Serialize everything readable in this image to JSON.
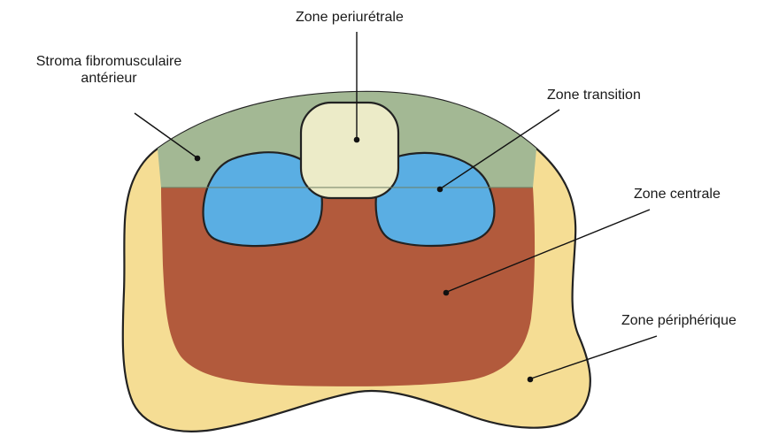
{
  "diagram": {
    "labels": {
      "periurethral": "Zone periurétrale",
      "stroma_line1": "Stroma fibromusculaire",
      "stroma_line2": "antérieur",
      "transition": "Zone transition",
      "central": "Zone centrale",
      "peripheral": "Zone périphérique"
    },
    "colors": {
      "peripheral_zone": "#f5dd94",
      "central_zone": "#b25a3c",
      "anterior_stroma": "#a3b894",
      "transition_zone": "#5aaee3",
      "periurethral_zone": "#ecebc8",
      "outline": "#222222"
    }
  }
}
